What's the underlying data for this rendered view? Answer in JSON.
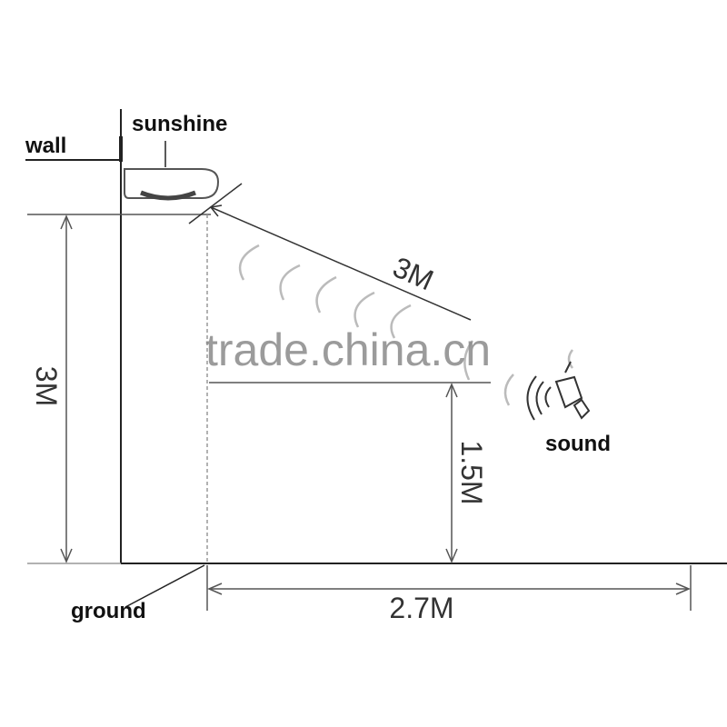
{
  "labels": {
    "wall": "wall",
    "sunshine": "sunshine",
    "ground": "ground",
    "sound": "sound"
  },
  "dimensions": {
    "mount_height": "3M",
    "beam_distance": "3M",
    "target_height": "1.5M",
    "horizontal_distance": "2.7M"
  },
  "watermark": "trade.china.cn",
  "colors": {
    "line": "#222222",
    "guide": "#999999",
    "wave": "#bbbbbb"
  }
}
